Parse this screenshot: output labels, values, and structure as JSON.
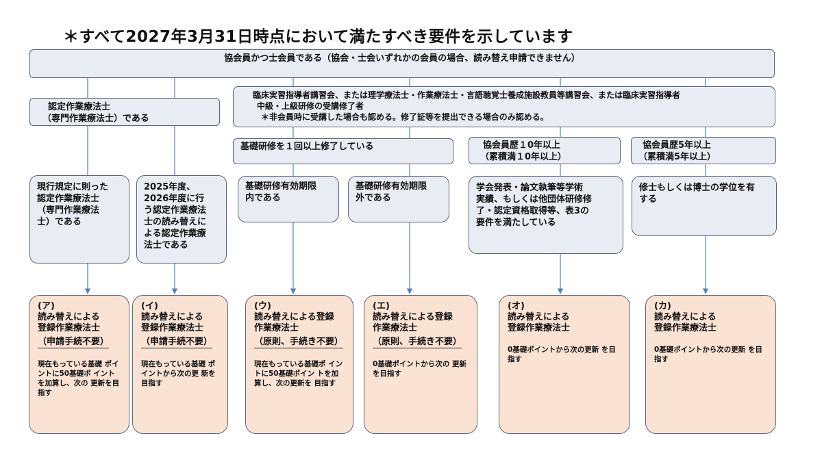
{
  "title": "＊すべて2027年3月31日時点において満たすべき要件を示しています",
  "top_requirement": "協会員かつ士会員である（協会・士会いずれかの会員の場合、読み替え申請できません）",
  "certified_ot": {
    "lines": [
      "認定作業療法士",
      "（専門作業療法士）である"
    ]
  },
  "training": {
    "lines": [
      "臨床実習指導者講習会、または理学療法士・作業療法士・言語聴覚士養成施設教員等講習会、または臨床実習指導者",
      "中級・上級研修の受講修了者",
      "＊非会員時に受講した場合も認める。修了証等を提出できる場合のみ認める。"
    ]
  },
  "basic_training": {
    "lines": [
      "基礎研修を１回以上修了している"
    ]
  },
  "member_10": {
    "lines": [
      "協会員歴１0年以上",
      "（累積満１0年以上）"
    ]
  },
  "member_5": {
    "lines": [
      "協会員歴5年以上",
      "（累積満5年以上）"
    ]
  },
  "conditions": {
    "a": {
      "lines": [
        "現行規定に則った",
        "認定作業療法士",
        "（専門作業療法",
        "士）である"
      ]
    },
    "i": {
      "lines": [
        "2025年度、",
        "2026年度に行",
        "う認定作業療法",
        "士の読み替えに",
        "よる認定作業療",
        "法士である"
      ]
    },
    "u": {
      "lines": [
        "基礎研修有効期限",
        "内である"
      ]
    },
    "e": {
      "lines": [
        "基礎研修有効期限",
        "外である"
      ]
    },
    "o": {
      "lines": [
        "学会発表・論文執筆等学術",
        "実績、もしくは他団体研修修",
        "了・認定資格取得等、表3の",
        "要件を満たしている"
      ]
    },
    "ka": {
      "lines": [
        "修士もしくは博士の学位を有",
        "する"
      ]
    }
  },
  "results": {
    "a": {
      "label": "(ア)",
      "heading": [
        "読み替えによる",
        "登録作業療法士"
      ],
      "underlined": [
        "（申請手続不要）"
      ],
      "desc": [
        "現在もっている基礎",
        "ポイントに50基礎ポ",
        "イントを加算し、次の",
        "更新を目指す"
      ]
    },
    "i": {
      "label": "(イ)",
      "heading": [
        "読み替えによる",
        "登録作業療法士"
      ],
      "underlined": [
        "（申請手続不要）"
      ],
      "desc": [
        "現在もっている基礎",
        "ポイントから次の更",
        "新を目指す"
      ]
    },
    "u": {
      "label": "(ウ)",
      "heading": [
        "読み替えによる登録",
        "作業療法士"
      ],
      "underlined": [
        "（原則、手続き不要）"
      ],
      "desc": [
        "現在もっている基礎ポ",
        "イントに50基礎ポイン",
        "トを加算し、次の更新を",
        "目指す"
      ]
    },
    "e": {
      "label": "(エ)",
      "heading": [
        "読み替えによる登録",
        "作業療法士"
      ],
      "underlined": [
        "（原則、手続き不要）"
      ],
      "desc": [
        "0基礎ポイントから次の",
        "更新を目指す"
      ]
    },
    "o": {
      "label": "(オ)",
      "heading": [
        "読み替えによる",
        "登録作業療法士"
      ],
      "underlined": [],
      "desc": [
        "0基礎ポイントから次の更新",
        "を目指す"
      ]
    },
    "ka": {
      "label": "(カ)",
      "heading": [
        "読み替えによる",
        "登録作業療法士"
      ],
      "underlined": [],
      "desc": [
        "0基礎ポイントから次の更新",
        "を目指す"
      ]
    }
  },
  "colors": {
    "box_fill": "#e9edf3",
    "result_fill": "#fbe3d4",
    "border": "#5a6478",
    "connector": "#4f81bd"
  }
}
